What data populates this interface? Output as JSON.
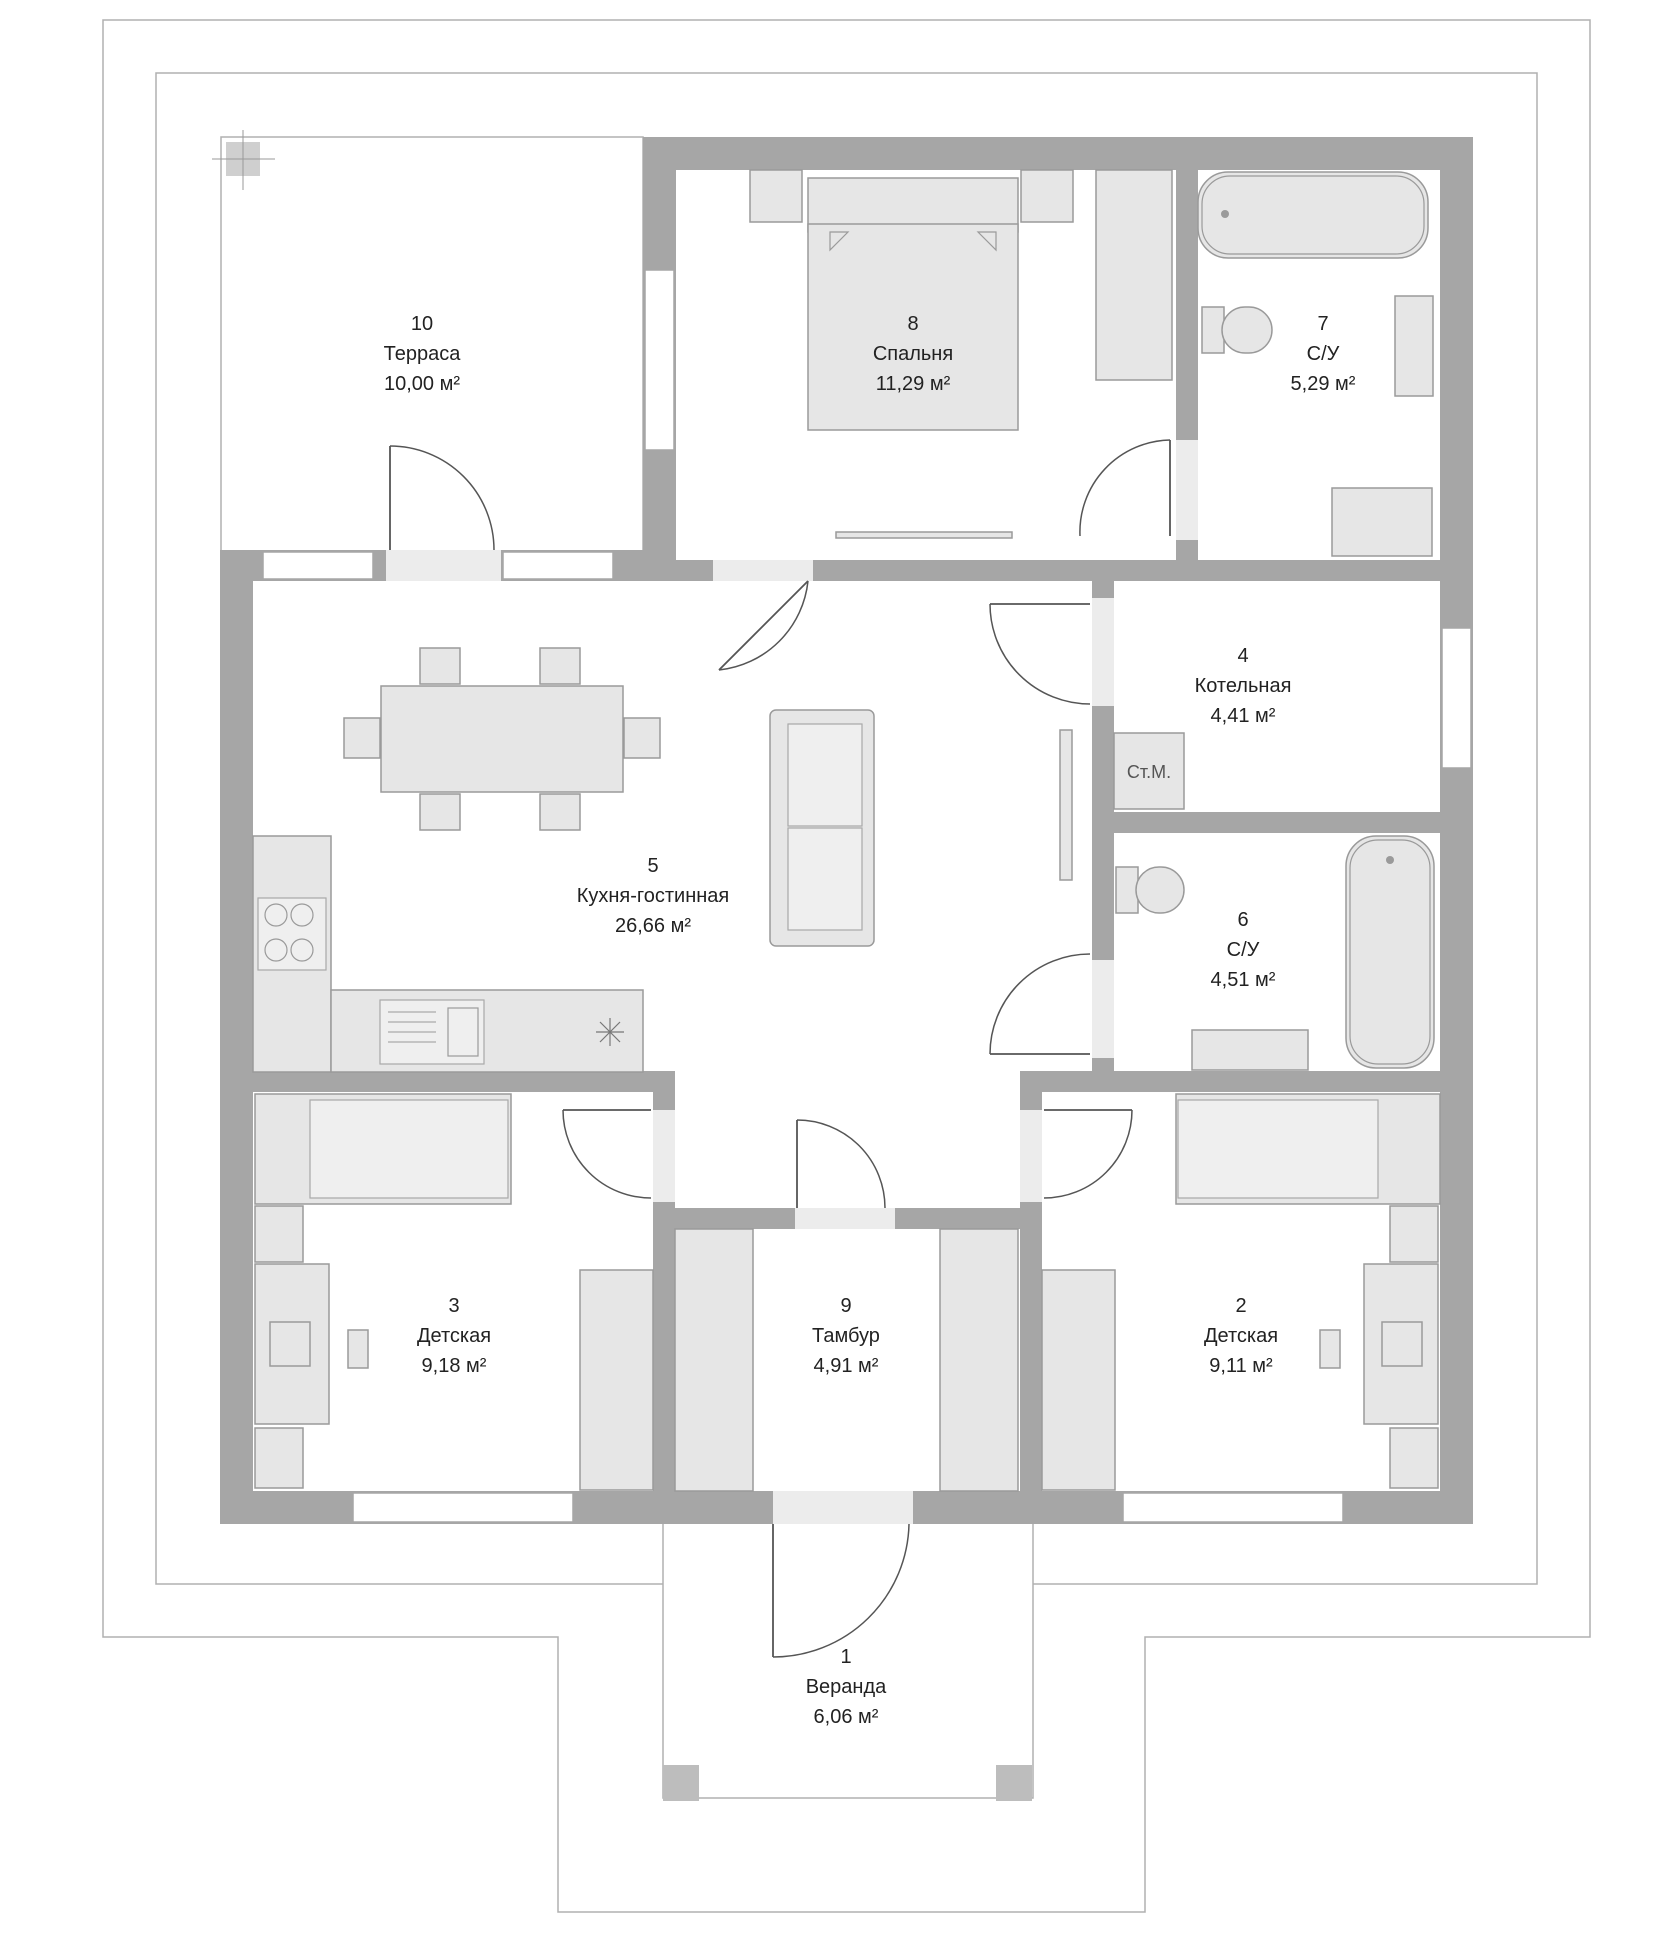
{
  "rooms": [
    {
      "number": "1",
      "name": "Веранда",
      "area": "6,06 м²"
    },
    {
      "number": "2",
      "name": "Детская",
      "area": "9,11 м²"
    },
    {
      "number": "3",
      "name": "Детская",
      "area": "9,18 м²"
    },
    {
      "number": "4",
      "name": "Котельная",
      "area": "4,41 м²"
    },
    {
      "number": "5",
      "name": "Кухня-гостинная",
      "area": "26,66 м²"
    },
    {
      "number": "6",
      "name": "С/У",
      "area": "4,51 м²"
    },
    {
      "number": "7",
      "name": "С/У",
      "area": "5,29 м²"
    },
    {
      "number": "8",
      "name": "Спальня",
      "area": "11,29 м²"
    },
    {
      "number": "9",
      "name": "Тамбур",
      "area": "4,91 м²"
    },
    {
      "number": "10",
      "name": "Терраса",
      "area": "10,00 м²"
    }
  ],
  "equipment": {
    "washing_machine": "Ст.М."
  },
  "colors": {
    "wall": "#a6a6a6",
    "furniture": "#e6e6e6",
    "outline": "#b0b0b0"
  }
}
